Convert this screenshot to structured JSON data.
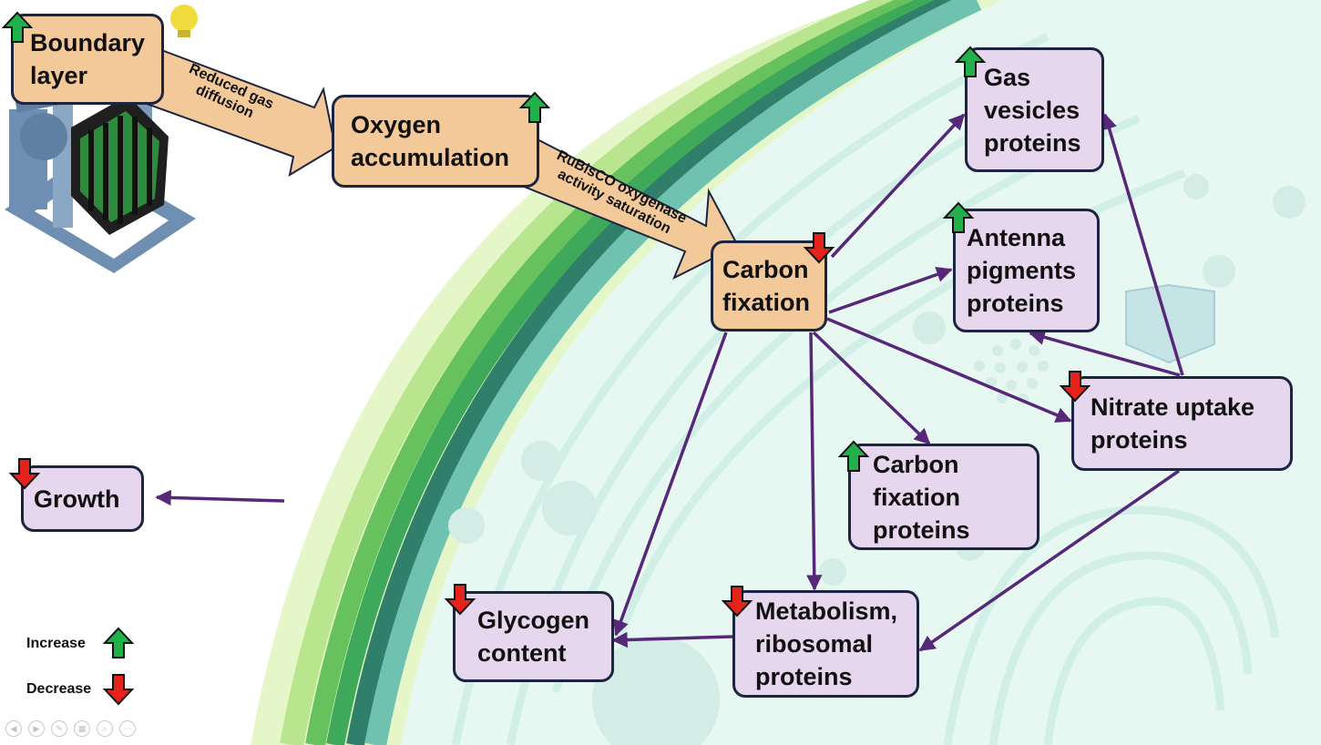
{
  "nodes": {
    "boundary_layer": "Boundary\nlayer",
    "oxygen_accumulation": "Oxygen\naccumulation",
    "carbon_fixation": "Carbon\nfixation",
    "gas_vesicles": "Gas\nvesicles\nproteins",
    "antenna_pigments": "Antenna\npigments\nproteins",
    "nitrate_uptake": "Nitrate uptake\nproteins",
    "carbon_fixation_proteins": "Carbon\nfixation\nproteins",
    "metabolism_ribosomal": "Metabolism,\nribosomal\nproteins",
    "glycogen_content": "Glycogen\ncontent",
    "growth": "Growth"
  },
  "arrow_labels": {
    "reduced_gas_diffusion": "Reduced gas\ndiffusion",
    "rubisco_saturation": "RuBisCO oxygenase\nactivity saturation"
  },
  "legend": {
    "increase": "Increase",
    "decrease": "Decrease"
  },
  "colors": {
    "increase_arrow": "#22b04b",
    "decrease_arrow": "#e5231b",
    "connector": "#57287a",
    "orange_node": "#f3c99a",
    "purple_node": "#e6d6ee"
  }
}
